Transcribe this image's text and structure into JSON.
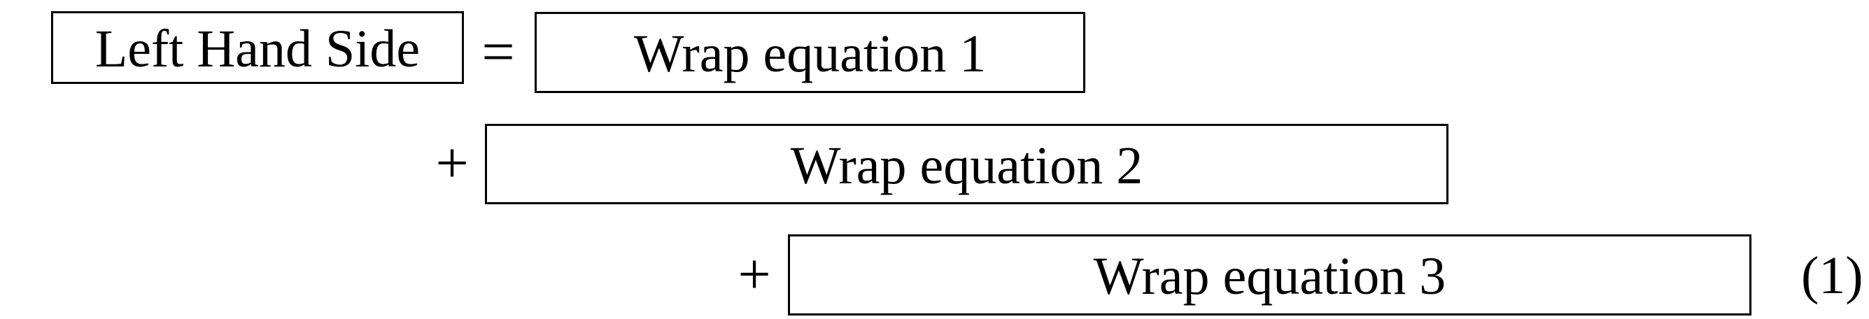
{
  "equation": {
    "lhs": {
      "label": "Left Hand Side"
    },
    "relation": "=",
    "lines": [
      {
        "operator": "",
        "label": "Wrap equation 1"
      },
      {
        "operator": "+",
        "label": "Wrap equation 2"
      },
      {
        "operator": "+",
        "label": "Wrap equation 3"
      }
    ],
    "number": "(1)"
  }
}
